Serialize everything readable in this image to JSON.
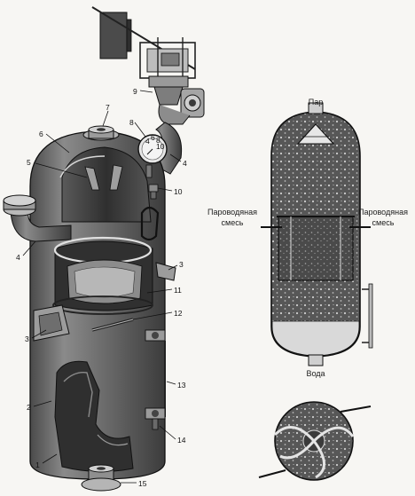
{
  "callouts": [
    "1",
    "2",
    "3",
    "3",
    "4",
    "4",
    "5",
    "6",
    "7",
    "8",
    "9",
    "10",
    "11",
    "12",
    "13",
    "14",
    "15"
  ],
  "section": {
    "top": "Пар",
    "left_line1": "Пароводяная",
    "left_line2": "смесь",
    "right_line1": "Пароводяная",
    "right_line2": "смесь",
    "bottom": "Вода"
  },
  "gauge_scale": [
    "4",
    "6",
    "8",
    "10"
  ],
  "colors": {
    "ink": "#111111",
    "shell": "#6f6f6f",
    "fill_dark": "#3a3a3a",
    "paper": "#f7f6f3"
  }
}
